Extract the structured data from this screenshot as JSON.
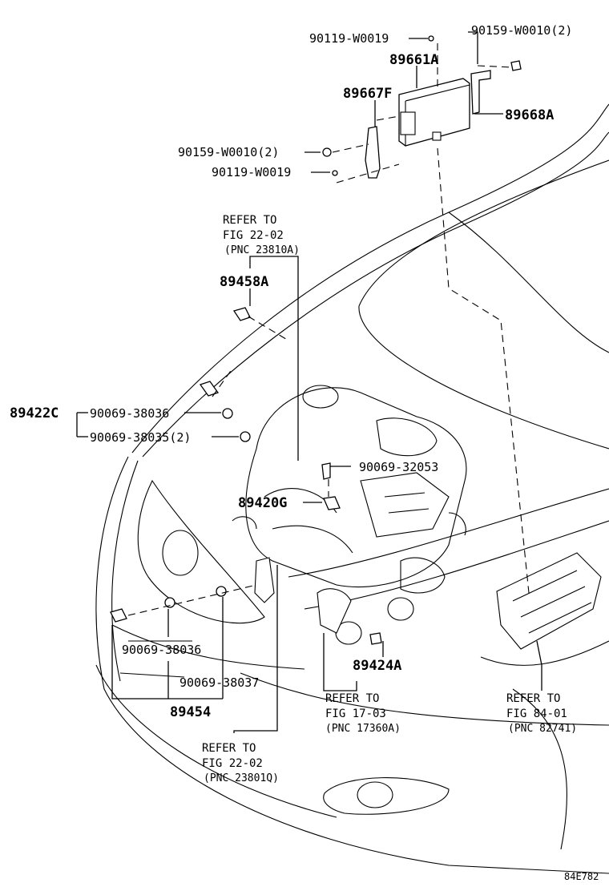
{
  "labels": {
    "ecu_bolt_top": "90159-W0010(2)",
    "ecu_screw_top": "90119-W0019",
    "ecu": "89661A",
    "bracket_left": "89667F",
    "bracket_right": "89668A",
    "ecu_bolt_left": "90159-W0010(2)",
    "ecu_screw_left": "90119-W0019",
    "sensor_89458A": "89458A",
    "sensor_89422C": "89422C",
    "gasket_38036_a": "90069-38036",
    "gasket_38035": "90069-38035(2)",
    "bolt_32053": "90069-32053",
    "sensor_89420G": "89420G",
    "gasket_38036_b": "90069-38036",
    "gasket_38037": "90069-38037",
    "sensor_89454": "89454",
    "sensor_89424A": "89424A"
  },
  "refs": {
    "ref1": {
      "line1": "REFER TO",
      "line2": "FIG 22-02",
      "line3": "(PNC 23810A)"
    },
    "ref2": {
      "line1": "REFER TO",
      "line2": "FIG 17-03",
      "line3": "(PNC 17360A)"
    },
    "ref3": {
      "line1": "REFER TO",
      "line2": "FIG 84-01",
      "line3": "(PNC 82741)"
    },
    "ref4": {
      "line1": "REFER TO",
      "line2": "FIG 22-02",
      "line3": "(PNC 23801Q)"
    }
  },
  "figure_code": "84E782"
}
